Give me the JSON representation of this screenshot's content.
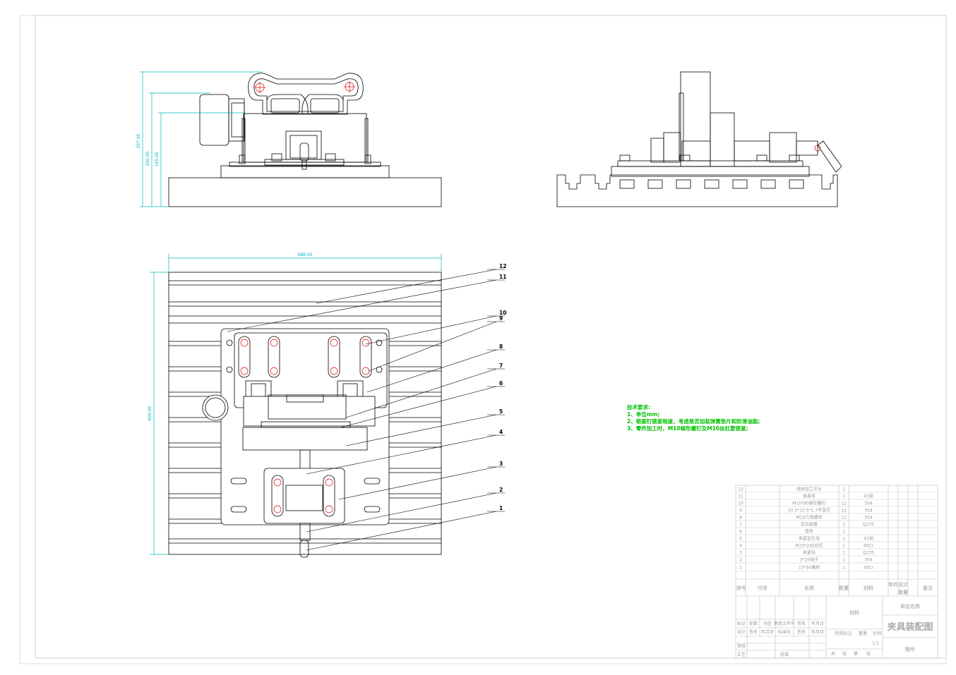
{
  "dimensions": {
    "front_total": "207.00",
    "front_mid": "200.00",
    "front_low": "165.00",
    "plan_width": "488.00",
    "plan_height": "600.00"
  },
  "part_labels": [
    "12",
    "11",
    "10",
    "9",
    "8",
    "7",
    "6",
    "5",
    "4",
    "3",
    "2",
    "1"
  ],
  "tech_requirements": [
    "技术要求:",
    "1、单位mm;",
    "2、根据钉锁紧程度，考虑是否加装弹簧垫片和防滑油脂;",
    "3、零件加工时，M10梯形螺钉及M10丝杠要锁紧;"
  ],
  "bom": {
    "rows": [
      {
        "no": "12",
        "name": "铣床加工平台",
        "qty": "1",
        "mat": ""
      },
      {
        "no": "11",
        "name": "夹具体",
        "qty": "1",
        "mat": "45钢"
      },
      {
        "no": "10",
        "name": "M10*80梯形螺钉",
        "qty": "12",
        "mat": "304"
      },
      {
        "no": "9",
        "name": "10.5*10.5*1.7平垫片",
        "qty": "12",
        "mat": "304"
      },
      {
        "no": "8",
        "name": "M10六角螺母",
        "qty": "12",
        "mat": "304"
      },
      {
        "no": "7",
        "name": "定位装置",
        "qty": "1",
        "mat": "Q235"
      },
      {
        "no": "6",
        "name": "零件",
        "qty": "1",
        "mat": ""
      },
      {
        "no": "5",
        "name": "夹紧定位块",
        "qty": "1",
        "mat": "45钢"
      },
      {
        "no": "4",
        "name": "M20*240丝杠",
        "qty": "1",
        "mat": "40Cr"
      },
      {
        "no": "3",
        "name": "夹紧块",
        "qty": "1",
        "mat": "Q235"
      },
      {
        "no": "2",
        "name": "3*20销子",
        "qty": "1",
        "mat": "304"
      },
      {
        "no": "1",
        "name": "15*44握柄",
        "qty": "1",
        "mat": "40Cr"
      }
    ],
    "header": {
      "no": "序号",
      "code": "代号",
      "name": "名称",
      "qty": "数量",
      "mat": "材料",
      "unit_w": "单件",
      "total_w": "总计",
      "weight": "重量",
      "remark": "备注"
    }
  },
  "title_block": {
    "material": "材料",
    "company": "单位名称",
    "drawing_title": "夹具装配图",
    "drawing_no": "图号",
    "scale": "1:5",
    "rev_headers": [
      "标记",
      "处数",
      "分区",
      "更改文件号",
      "签名",
      "年月日"
    ],
    "row2": [
      "设计",
      "签名",
      "年月日",
      "标准化",
      "签名",
      "年月日"
    ],
    "stage": [
      "阶段标记",
      "重量",
      "比例"
    ],
    "row3": [
      "审核",
      "",
      "",
      "",
      "共",
      "张",
      "第",
      "张"
    ],
    "row4": [
      "工艺",
      "",
      "批准"
    ]
  },
  "colors": {
    "outline": "#000000",
    "dimension": "#00b8b8",
    "center": "#e00000",
    "tech": "#00c000",
    "table": "#aaaaaa"
  }
}
